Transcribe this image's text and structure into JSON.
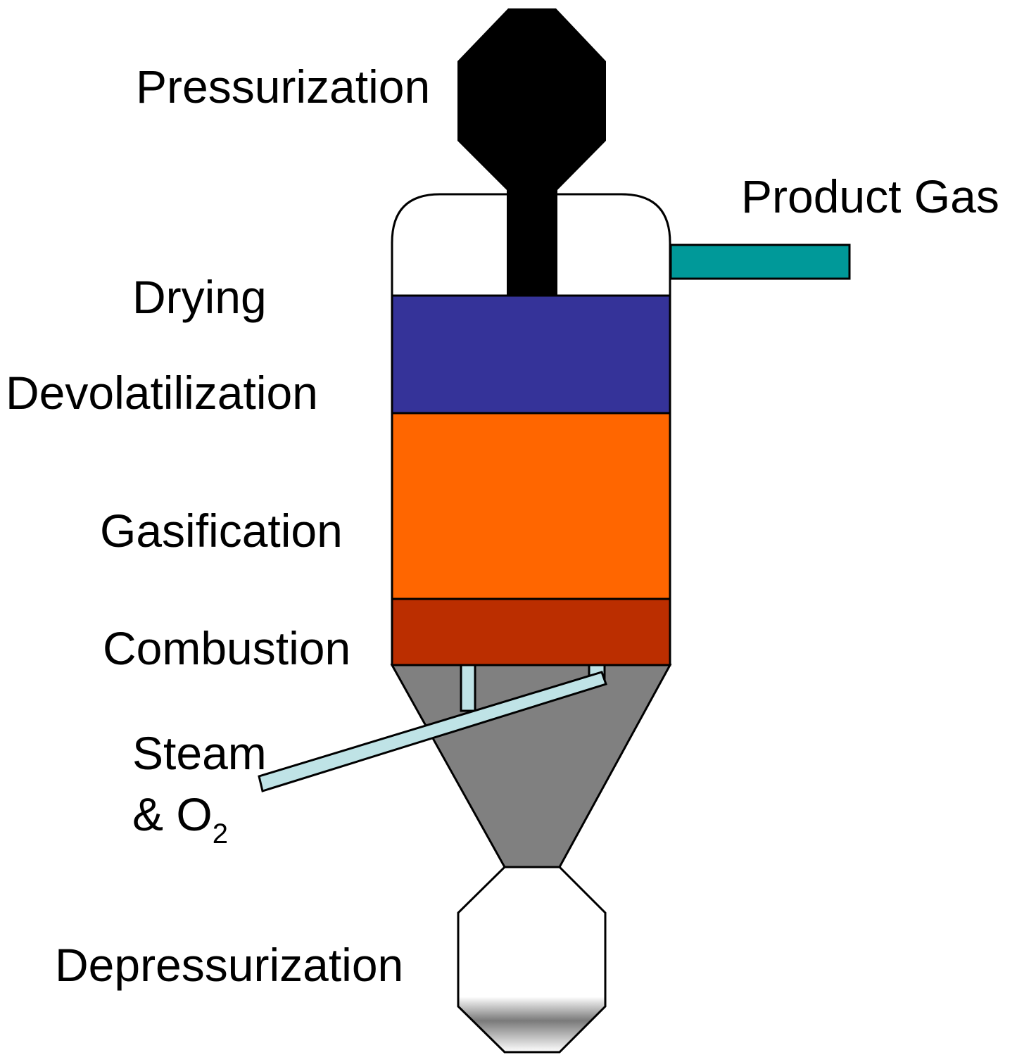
{
  "labels": {
    "pressurization": "Pressurization",
    "product_gas": "Product Gas",
    "drying": "Drying",
    "devolatilization": "Devolatilization",
    "gasification": "Gasification",
    "combustion": "Combustion",
    "steam_line1": "Steam",
    "steam_line2_prefix": "& O",
    "steam_line2_subscript": "2",
    "depressurization": "Depressurization"
  },
  "colors": {
    "feed_hopper": "#000000",
    "devolatilization_zone": "#353399",
    "gasification_zone": "#ff6600",
    "combustion_zone": "#bb2e00",
    "ash_cone": "#808080",
    "product_gas_pipe": "#009999",
    "steam_pipe": "#bfe3e6",
    "outline": "#000000",
    "vessel_top": "#ffffff"
  }
}
